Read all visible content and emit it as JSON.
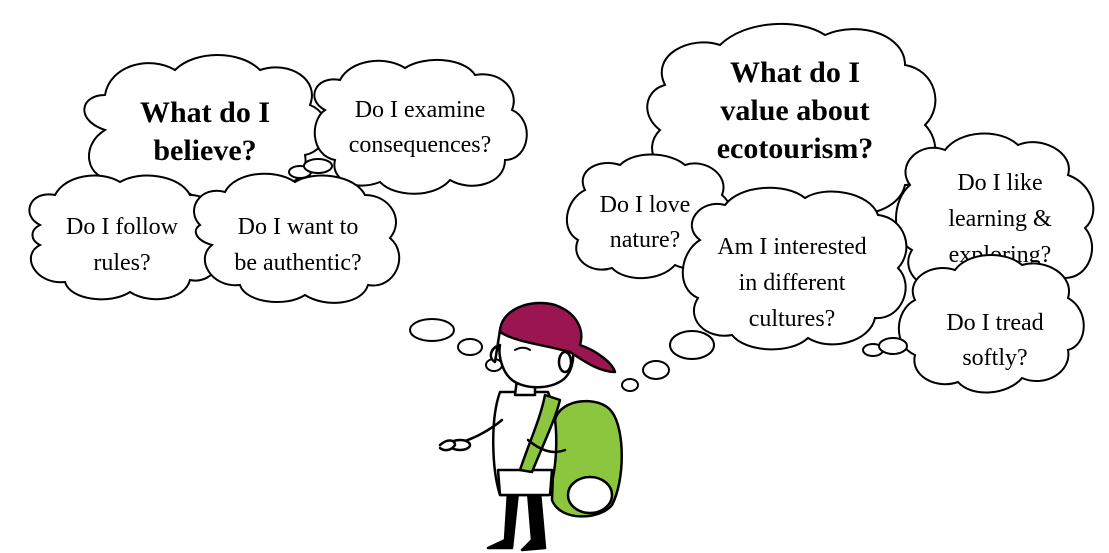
{
  "colors": {
    "cap": "#9b1550",
    "backpack": "#8cc63f",
    "outline": "#000000",
    "background": "#ffffff"
  },
  "left_group": {
    "main": {
      "line1": "What do I",
      "line2": "believe?"
    },
    "consequences": {
      "line1": "Do I examine",
      "line2": "consequences?"
    },
    "rules": {
      "line1": "Do I follow",
      "line2": "rules?"
    },
    "authentic": {
      "line1": "Do I want to",
      "line2": "be authentic?"
    }
  },
  "right_group": {
    "main": {
      "line1": "What do I",
      "line2": "value about",
      "line3": "ecotourism?"
    },
    "nature": {
      "line1": "Do I love",
      "line2": "nature?"
    },
    "cultures": {
      "line1": "Am I interested",
      "line2": "in different",
      "line3": "cultures?"
    },
    "learning": {
      "line1": "Do I like",
      "line2": "learning &",
      "line3": "exploring?"
    },
    "softly": {
      "line1": "Do I tread",
      "line2": "softly?"
    }
  }
}
